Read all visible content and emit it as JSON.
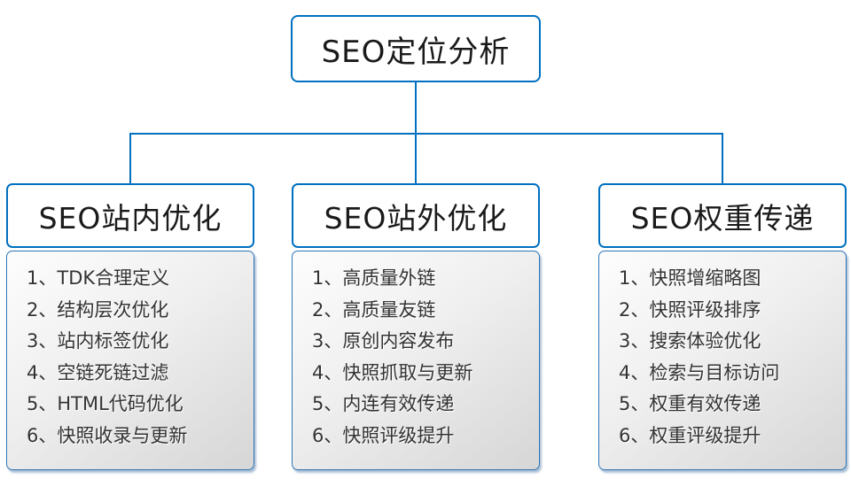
{
  "diagram": {
    "root": {
      "title": "SEO定位分析"
    },
    "branches": [
      {
        "title": "SEO站内优化",
        "items": [
          "1、TDK合理定义",
          "2、结构层次优化",
          "3、站内标签优化",
          "4、空链死链过滤",
          "5、HTML代码优化",
          "6、快照收录与更新"
        ]
      },
      {
        "title": "SEO站外优化",
        "items": [
          "1、高质量外链",
          "2、高质量友链",
          "3、原创内容发布",
          "4、快照抓取与更新",
          "5、内连有效传递",
          "6、快照评级提升"
        ]
      },
      {
        "title": "SEO权重传递",
        "items": [
          "1、快照增缩略图",
          "2、快照评级排序",
          "3、搜索体验优化",
          "4、检索与目标访问",
          "5、权重有效传递",
          "6、权重评级提升"
        ]
      }
    ],
    "colors": {
      "connector_and_border": "#0070c0",
      "node_fill": "#ffffff",
      "list_fill_top": "#fdfdfd",
      "list_fill_bottom": "#d6d6d6",
      "title_text": "#1a1a1a",
      "list_text": "#333333"
    }
  }
}
